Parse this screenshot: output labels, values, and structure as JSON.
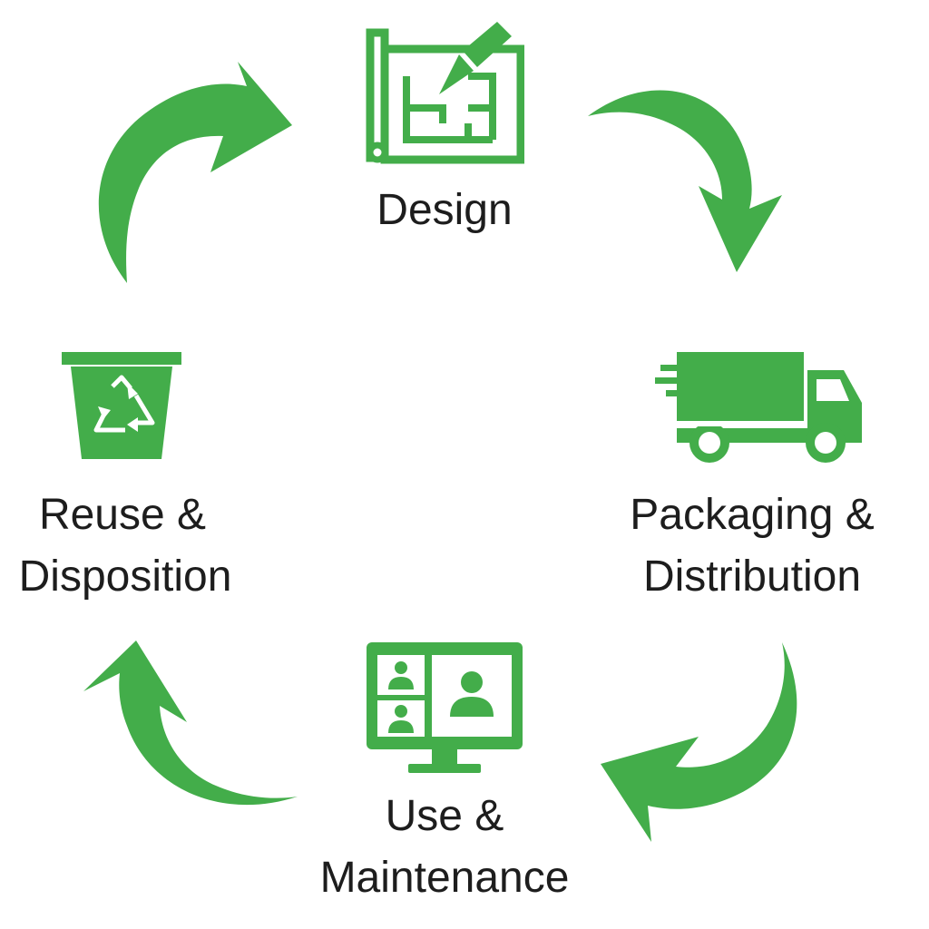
{
  "colors": {
    "accent": "#43ad4a",
    "text": "#1d1d1d",
    "background": "#ffffff"
  },
  "stages": {
    "design": {
      "label": "Design",
      "icon": "blueprint-pencil-icon"
    },
    "packaging": {
      "line1": "Packaging &",
      "line2": "Distribution",
      "icon": "delivery-truck-icon"
    },
    "use": {
      "line1": "Use &",
      "line2": "Maintenance",
      "icon": "video-call-monitor-icon"
    },
    "reuse": {
      "line1": "Reuse &",
      "line2": "Disposition",
      "icon": "recycle-bin-icon"
    }
  },
  "arrows": [
    "cycle-arrow-icon",
    "cycle-arrow-icon",
    "cycle-arrow-icon",
    "cycle-arrow-icon"
  ]
}
